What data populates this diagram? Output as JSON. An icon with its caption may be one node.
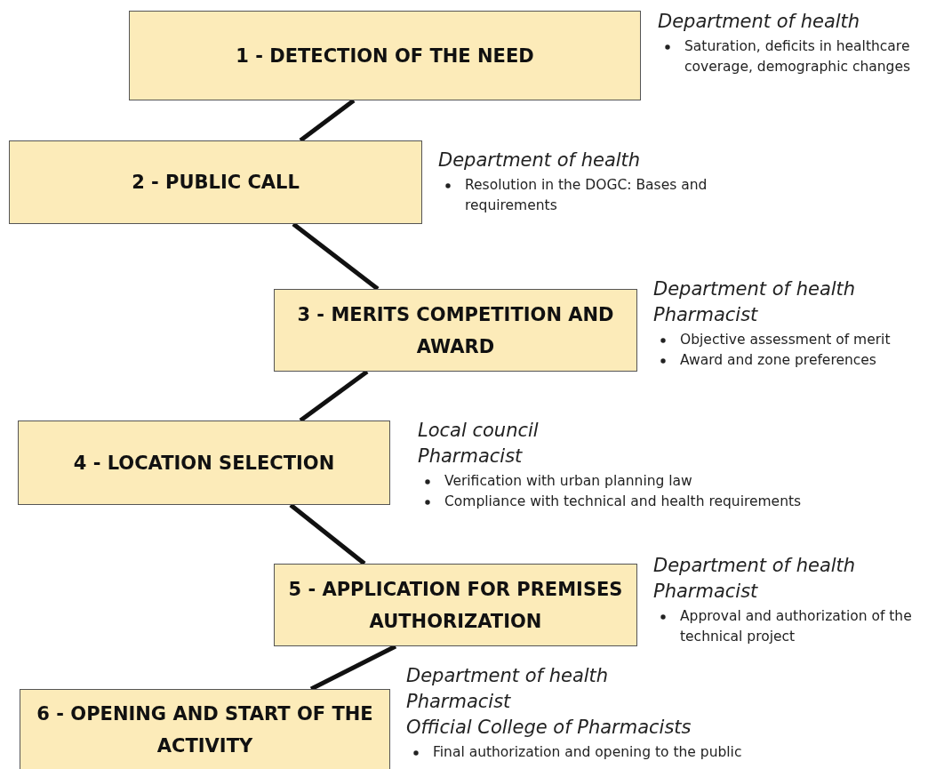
{
  "diagram": {
    "nodes": [
      {
        "text": [
          "1 - DETECTION OF THE NEED"
        ],
        "beside": [
          "Department of health",
          "Saturation, deficits in healthcare coverage, demographic changes"
        ]
      },
      {
        "text": [
          "2 - PUBLIC CALL"
        ],
        "beside": [
          "Department of health",
          "Resolution in the DOGC: Bases and requirements"
        ]
      },
      {
        "text": [
          "3 - MERITS COMPETITION AND AWARD"
        ],
        "beside": [
          "Department of health",
          "Pharmacist",
          "Objective assessment of merit",
          "Award and zone preferences"
        ]
      },
      {
        "text": [
          "4 - LOCATION SELECTION"
        ],
        "beside": [
          "Local council",
          "Pharmacist",
          "Verification with urban planning law",
          "Compliance with technical and health requirements"
        ]
      },
      {
        "text": [
          "5 - APPLICATION FOR PREMISES AUTHORIZATION"
        ],
        "beside": [
          "Department of health",
          "Pharmacist",
          "Approval and authorization of the technical project"
        ]
      },
      {
        "text": [
          "6 - OPENING AND START OF THE ACTIVITY"
        ],
        "beside": [
          "Department of health",
          "Pharmacist",
          "Official College of Pharmacists",
          "Final authorization and opening to the public"
        ]
      }
    ],
    "edges": [
      {
        "from": 0,
        "to": 1,
        "arrow": "none"
      },
      {
        "from": 1,
        "to": 2,
        "arrow": "none"
      },
      {
        "from": 2,
        "to": 3,
        "arrow": "none"
      },
      {
        "from": 3,
        "to": 4,
        "arrow": "none"
      },
      {
        "from": 4,
        "to": 5,
        "arrow": "none"
      }
    ]
  }
}
